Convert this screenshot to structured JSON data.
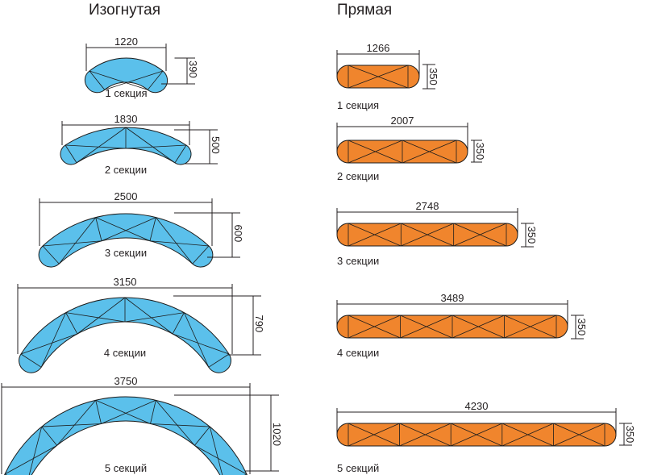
{
  "titles": {
    "curved": "Изогнутая",
    "straight": "Прямая"
  },
  "colors": {
    "curved_fill": "#5bc0eb",
    "straight_fill": "#f0852d",
    "outline": "#1c1c1c"
  },
  "curved": [
    {
      "sections": 1,
      "width": "1220",
      "height": "390",
      "caption": "1 секция"
    },
    {
      "sections": 2,
      "width": "1830",
      "height": "500",
      "caption": "2 секции"
    },
    {
      "sections": 3,
      "width": "2500",
      "height": "600",
      "caption": "3 секции"
    },
    {
      "sections": 4,
      "width": "3150",
      "height": "790",
      "caption": "4 секции"
    },
    {
      "sections": 5,
      "width": "3750",
      "height": "1020",
      "caption": "5 секций"
    }
  ],
  "straight": [
    {
      "sections": 1,
      "width": "1266",
      "height": "350",
      "caption": "1 секция"
    },
    {
      "sections": 2,
      "width": "2007",
      "height": "350",
      "caption": "2 секции"
    },
    {
      "sections": 3,
      "width": "2748",
      "height": "350",
      "caption": "3 секции"
    },
    {
      "sections": 4,
      "width": "3489",
      "height": "350",
      "caption": "4 секции"
    },
    {
      "sections": 5,
      "width": "4230",
      "height": "350",
      "caption": "5 секций"
    }
  ]
}
